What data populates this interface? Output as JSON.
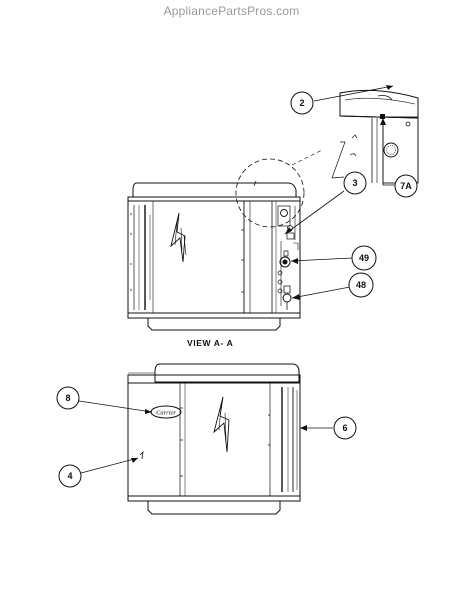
{
  "watermark": "AppliancePartsPros.com",
  "view_label": "VIEW A- A",
  "logo_text": "Carrier",
  "callouts": {
    "c2": "2",
    "c3": "3",
    "c7a": "7A",
    "c49": "49",
    "c48": "48",
    "c8": "8",
    "c6": "6",
    "c4": "4"
  },
  "colors": {
    "line": "#111111",
    "watermark": "#9a9a9a"
  }
}
